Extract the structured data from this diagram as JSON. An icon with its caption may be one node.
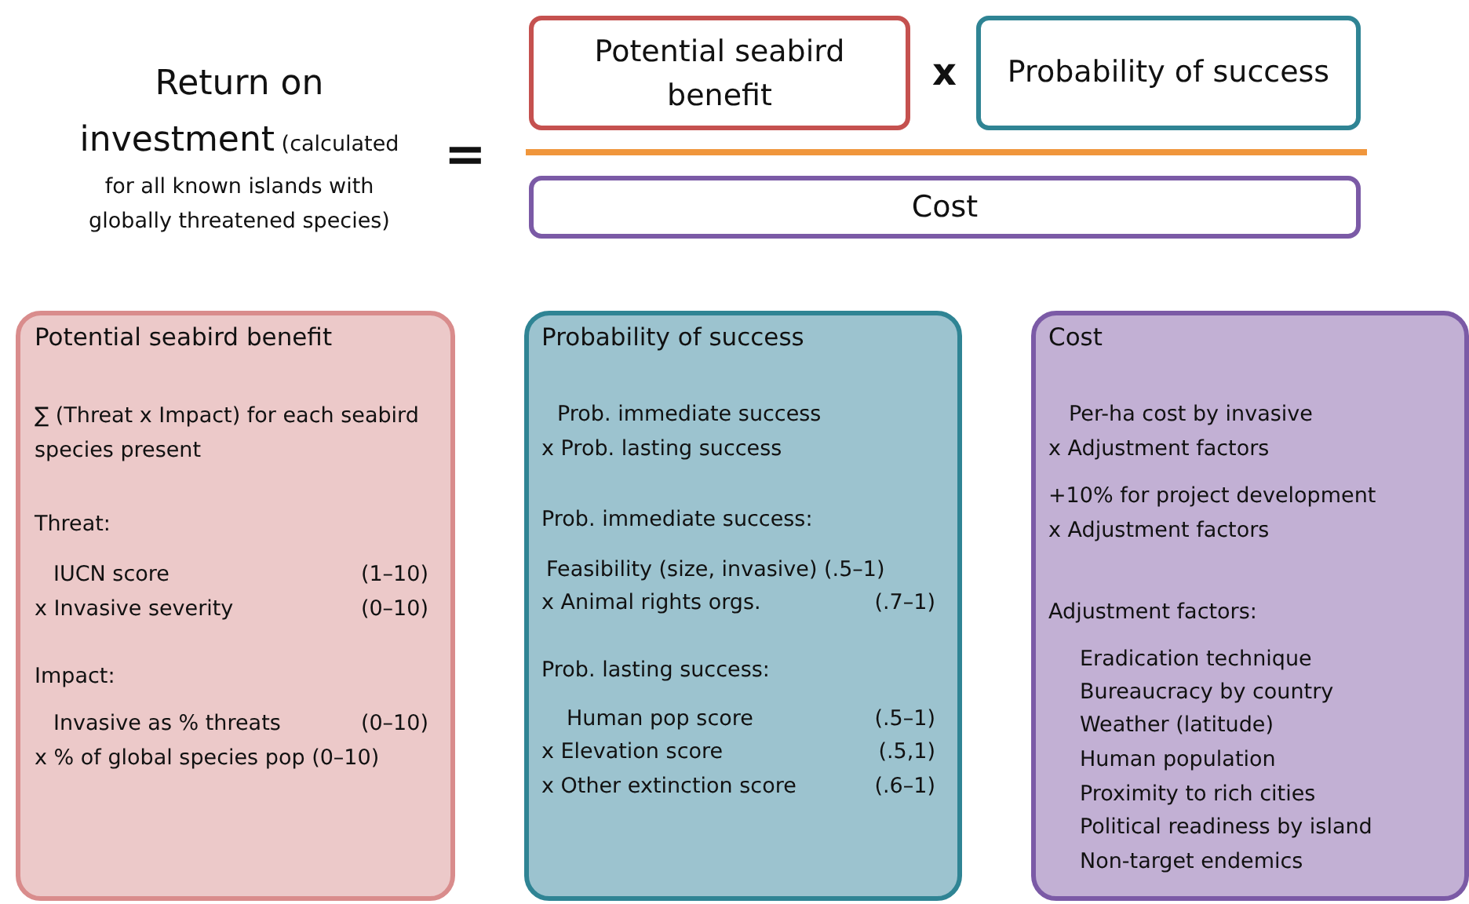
{
  "diagram": {
    "nodes": [
      {
        "text": [
          "Potential seabird benefit"
        ]
      },
      {
        "text": [
          "Probability of success"
        ]
      },
      {
        "text": [
          "Cost"
        ]
      },
      {
        "text": [
          "Potential seabird benefit",
          "∑ (Threat x Impact) for each seabird species present",
          "Threat:",
          "IUCN score",
          "(1–10)",
          "x Invasive severity",
          "(0–10)",
          "Impact:",
          "Invasive as % threats",
          "(0–10)",
          "x % of global species pop (0–10)"
        ]
      },
      {
        "text": [
          "Probability of success",
          "Prob. immediate success",
          "x Prob. lasting success",
          "Prob. immediate success:",
          "Feasibility (size, invasive) (.5–1)",
          "x Animal rights orgs.",
          "(.7–1)",
          "Prob. lasting success:",
          "Human pop score",
          "(.5–1)",
          "x Elevation score",
          "(.5,1)",
          "x Other extinction score",
          "(.6–1)"
        ]
      },
      {
        "text": [
          "Cost",
          "Per-ha cost by invasive",
          "x Adjustment factors",
          "+10% for project development",
          "x Adjustment factors",
          "Adjustment factors:",
          "Eradication technique",
          "Bureaucracy by country",
          "Weather (latitude)",
          "Human population",
          "Proximity to rich cities",
          "Political readiness by island",
          "Non-target endemics"
        ]
      }
    ],
    "edges": [],
    "labels": [
      "Return on investment",
      "(calculated for all known islands with globally threatened species)",
      "=",
      "x"
    ]
  }
}
